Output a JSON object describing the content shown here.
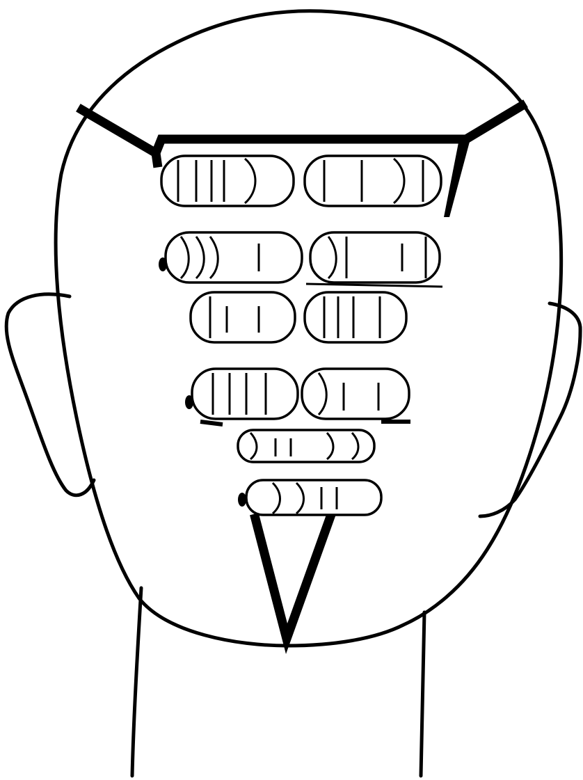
{
  "figure": {
    "subject": "back-of-head",
    "colors": {
      "line": "#000000",
      "background": "#ffffff"
    },
    "icons": [
      "head-outline",
      "left-ear",
      "right-ear",
      "neck",
      "section-lines",
      "perm-rods"
    ]
  }
}
